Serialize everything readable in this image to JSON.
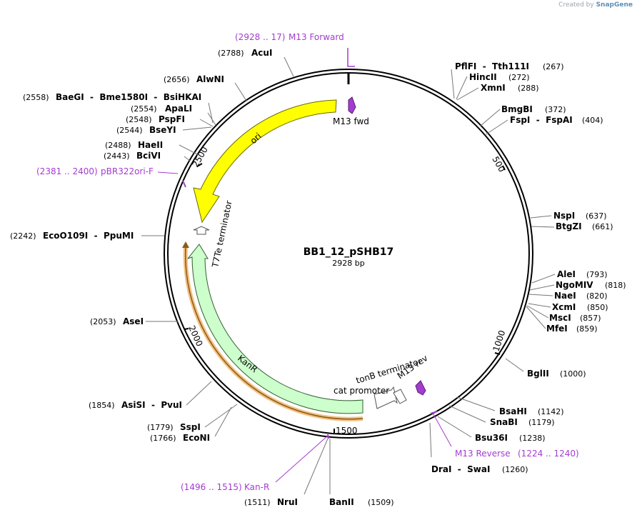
{
  "watermark": {
    "prefix": "Created by",
    "brand": "SnapGene"
  },
  "plasmid": {
    "name": "BB1_12_pSHB17",
    "length_label": "2928 bp",
    "length": 2928
  },
  "ticks": [
    {
      "bp": 500,
      "label": "500"
    },
    {
      "bp": 1000,
      "label": "1000"
    },
    {
      "bp": 1500,
      "label": "1500"
    },
    {
      "bp": 2000,
      "label": "2000"
    },
    {
      "bp": 2500,
      "label": "2500"
    }
  ],
  "features": [
    {
      "name": "ori",
      "label": "ori",
      "color": "#ffff00"
    },
    {
      "name": "t7te-terminator",
      "label": "T7Te terminator",
      "color": "#ffffff"
    },
    {
      "name": "kanr",
      "label": "KanR",
      "color": "#ccffcc"
    },
    {
      "name": "cat-promoter",
      "label": "cat promoter",
      "color": "#ffffff"
    },
    {
      "name": "tonb-terminator",
      "label": "tonB terminator",
      "color": "#ffffff"
    },
    {
      "name": "m13-fwd",
      "label": "M13 fwd",
      "color": "#a43cd0"
    },
    {
      "name": "m13-rev",
      "label": "M13 rev",
      "color": "#a43cd0"
    }
  ],
  "primers": [
    {
      "range": "(2928 .. 17)",
      "name": "M13 Forward"
    },
    {
      "range": "(2381 .. 2400)",
      "name": "pBR322ori-F"
    },
    {
      "range": "(1224 .. 1240)",
      "name": "M13 Reverse"
    },
    {
      "range": "(1496 .. 1515)",
      "name": "Kan-R"
    }
  ],
  "enzymes": [
    {
      "pos": "(2788)",
      "name": "AcuI"
    },
    {
      "pos": "(2656)",
      "name": "AlwNI"
    },
    {
      "pos": "(2558)",
      "name": "BaeGI  -  Bme1580I  -  BsiHKAI"
    },
    {
      "pos": "(2554)",
      "name": "ApaLI"
    },
    {
      "pos": "(2548)",
      "name": "PspFI"
    },
    {
      "pos": "(2544)",
      "name": "BseYI"
    },
    {
      "pos": "(2488)",
      "name": "HaeII"
    },
    {
      "pos": "(2443)",
      "name": "BciVI"
    },
    {
      "pos": "(2242)",
      "name": "EcoO109I  -  PpuMI"
    },
    {
      "pos": "(2053)",
      "name": "AseI"
    },
    {
      "pos": "(1854)",
      "name": "AsiSI  -  PvuI"
    },
    {
      "pos": "(1779)",
      "name": "SspI"
    },
    {
      "pos": "(1766)",
      "name": "EcoNI"
    },
    {
      "pos": "(1511)",
      "name": "NruI"
    },
    {
      "pos": "(1509)",
      "name": "BanII"
    },
    {
      "pos": "(267)",
      "name": "PflFI  -  Tth111I"
    },
    {
      "pos": "(272)",
      "name": "HincII"
    },
    {
      "pos": "(288)",
      "name": "XmnI"
    },
    {
      "pos": "(372)",
      "name": "BmgBI"
    },
    {
      "pos": "(404)",
      "name": "FspI  -  FspAI"
    },
    {
      "pos": "(637)",
      "name": "NspI"
    },
    {
      "pos": "(661)",
      "name": "BtgZI"
    },
    {
      "pos": "(793)",
      "name": "AleI"
    },
    {
      "pos": "(818)",
      "name": "NgoMIV"
    },
    {
      "pos": "(820)",
      "name": "NaeI"
    },
    {
      "pos": "(850)",
      "name": "XcmI"
    },
    {
      "pos": "(857)",
      "name": "MscI"
    },
    {
      "pos": "(859)",
      "name": "MfeI"
    },
    {
      "pos": "(1000)",
      "name": "BglII"
    },
    {
      "pos": "(1142)",
      "name": "BsaHI"
    },
    {
      "pos": "(1179)",
      "name": "SnaBI"
    },
    {
      "pos": "(1238)",
      "name": "Bsu36I"
    },
    {
      "pos": "(1260)",
      "name": "DraI  -  SwaI"
    }
  ]
}
